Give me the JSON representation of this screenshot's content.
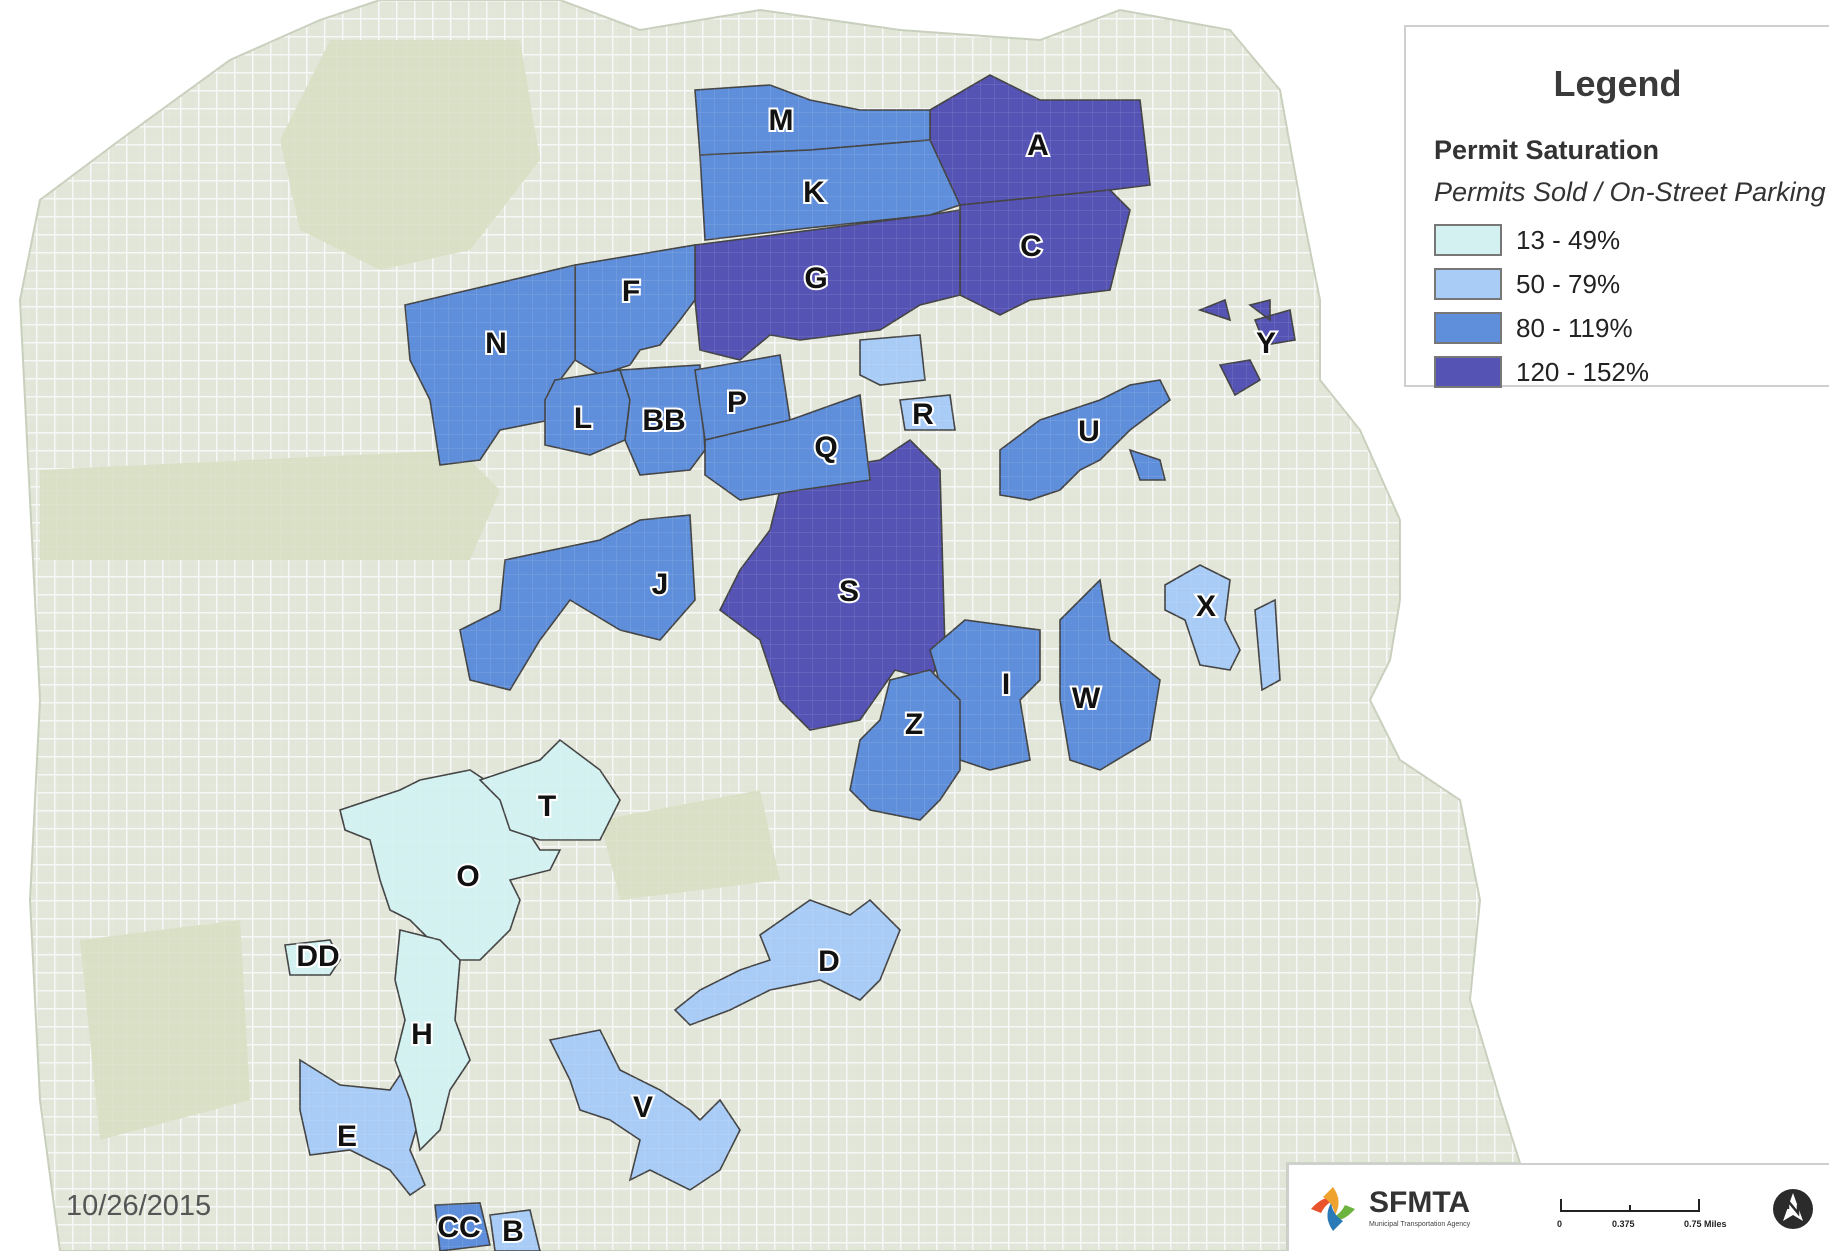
{
  "colors": {
    "land": "#e2e6d8",
    "grid": "#f4f4f4",
    "water": "#ffffff",
    "park": "#d9e0c6",
    "zone_border": "#4a4a4a",
    "sat_13_49": "#d4f1f1",
    "sat_50_79": "#a9ccf6",
    "sat_80_119": "#5f8fdb",
    "sat_120_152": "#5553b4"
  },
  "legend": {
    "title": "Legend",
    "subtitle": "Permit Saturation",
    "subtitle2": "Permits Sold / On-Street Parking",
    "items": [
      {
        "label": "13 - 49%",
        "color": "#d4f1f1"
      },
      {
        "label": "50 - 79%",
        "color": "#a9ccf6"
      },
      {
        "label": "80 - 119%",
        "color": "#5f8fdb"
      },
      {
        "label": "120 - 152%",
        "color": "#5553b4"
      }
    ]
  },
  "zones": [
    {
      "id": "A",
      "saturation": "120 - 152%"
    },
    {
      "id": "C",
      "saturation": "120 - 152%"
    },
    {
      "id": "G",
      "saturation": "120 - 152%"
    },
    {
      "id": "S",
      "saturation": "120 - 152%"
    },
    {
      "id": "M",
      "saturation": "80 - 119%"
    },
    {
      "id": "K",
      "saturation": "80 - 119%"
    },
    {
      "id": "F",
      "saturation": "80 - 119%"
    },
    {
      "id": "N",
      "saturation": "80 - 119%"
    },
    {
      "id": "L",
      "saturation": "80 - 119%"
    },
    {
      "id": "BB",
      "saturation": "80 - 119%"
    },
    {
      "id": "P",
      "saturation": "80 - 119%"
    },
    {
      "id": "Q",
      "saturation": "80 - 119%"
    },
    {
      "id": "U",
      "saturation": "80 - 119%"
    },
    {
      "id": "J",
      "saturation": "80 - 119%"
    },
    {
      "id": "I",
      "saturation": "80 - 119%"
    },
    {
      "id": "W",
      "saturation": "80 - 119%"
    },
    {
      "id": "Z",
      "saturation": "80 - 119%"
    },
    {
      "id": "Y",
      "saturation": "120 - 152%"
    },
    {
      "id": "R",
      "saturation": "50 - 79%"
    },
    {
      "id": "X",
      "saturation": "50 - 79%"
    },
    {
      "id": "D",
      "saturation": "50 - 79%"
    },
    {
      "id": "E",
      "saturation": "50 - 79%"
    },
    {
      "id": "V",
      "saturation": "50 - 79%"
    },
    {
      "id": "B",
      "saturation": "50 - 79%"
    },
    {
      "id": "O",
      "saturation": "13 - 49%"
    },
    {
      "id": "T",
      "saturation": "13 - 49%"
    },
    {
      "id": "H",
      "saturation": "13 - 49%"
    },
    {
      "id": "DD",
      "saturation": "13 - 49%"
    },
    {
      "id": "CC",
      "saturation": "80 - 119%"
    }
  ],
  "date": "10/26/2015",
  "branding": {
    "name": "SFMTA",
    "tagline": "Municipal Transportation Agency"
  },
  "scale": {
    "labels": [
      "0",
      "0.375",
      "0.75 Miles"
    ]
  },
  "north_arrow": "north-arrow-icon"
}
